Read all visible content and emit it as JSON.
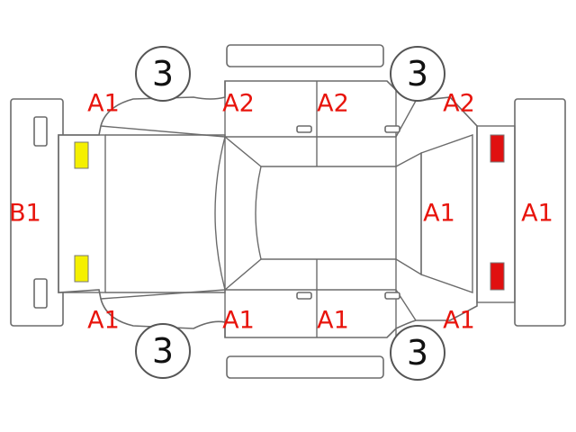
{
  "colors": {
    "code_text": "#e8140c",
    "marker_yellow": "#f5f000",
    "marker_red": "#e01010",
    "outline": "#6b6b6b"
  },
  "wheels": {
    "front_left": "3",
    "front_right": "3",
    "rear_left": "3",
    "rear_right": "3"
  },
  "codes": {
    "front_bumper": "B1",
    "rear_bumper": "A1",
    "rear_panel": "A1",
    "top_left_fender": "A1",
    "top_front_door": "A2",
    "top_rear_door": "A2",
    "top_rear_quarter": "A2",
    "bottom_left_fender": "A1",
    "bottom_front_door": "A1",
    "bottom_rear_door": "A1",
    "bottom_rear_quarter": "A1"
  },
  "lights": {
    "front_top": "yellow",
    "front_bottom": "yellow",
    "rear_top": "red",
    "rear_bottom": "red"
  }
}
